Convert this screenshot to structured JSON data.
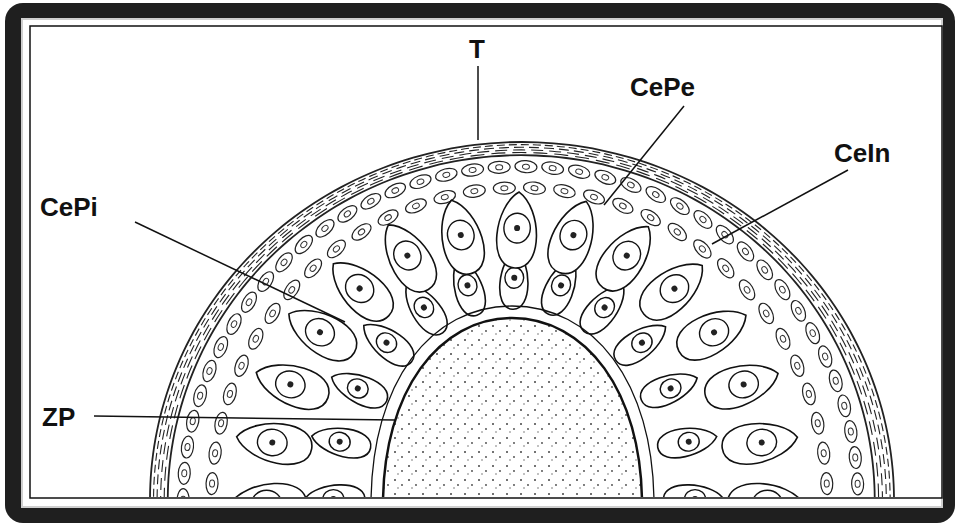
{
  "diagram": {
    "labels": [
      "T",
      "CePe",
      "CeIn",
      "CePi",
      "ZP"
    ]
  }
}
